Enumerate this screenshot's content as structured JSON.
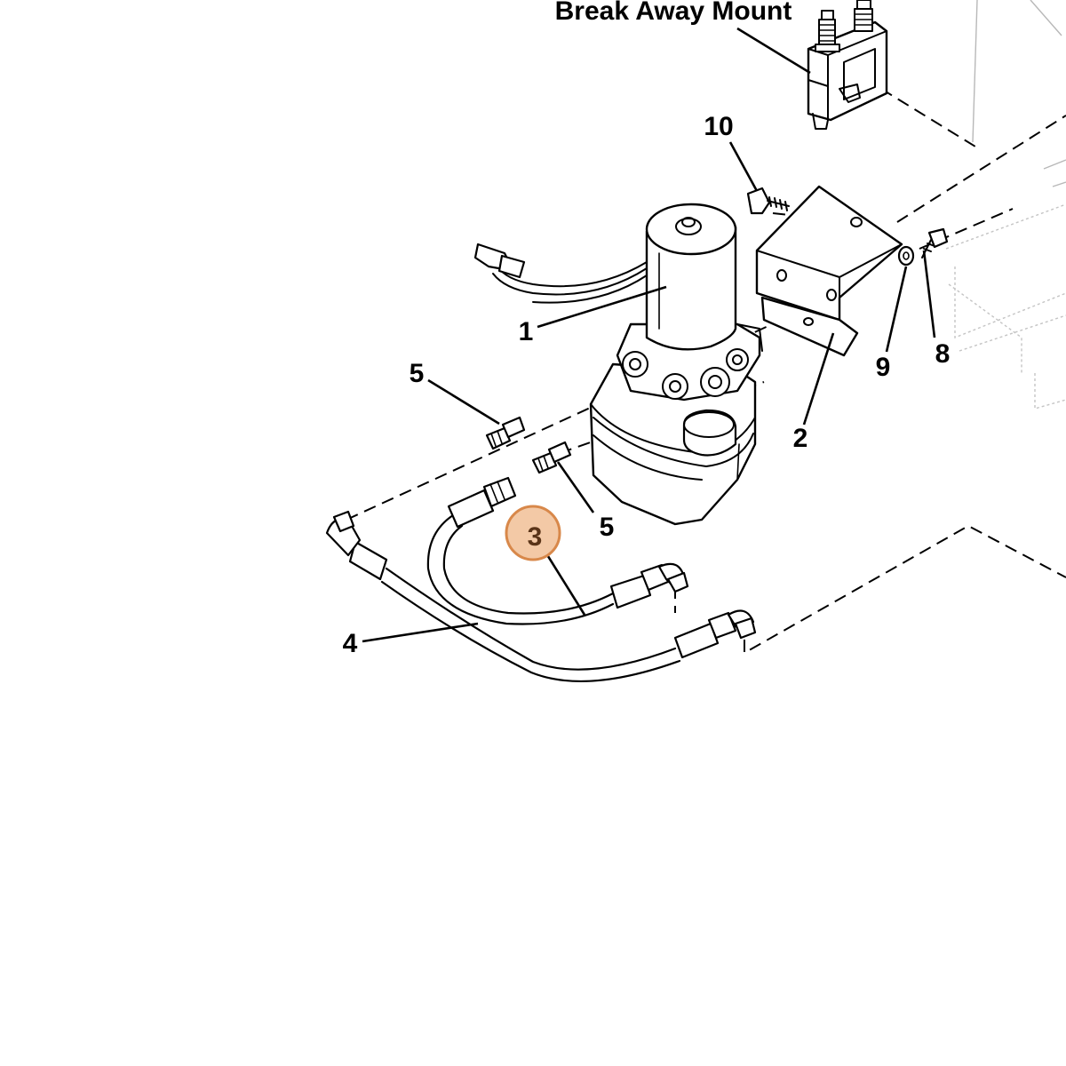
{
  "diagram": {
    "title": "Break Away Mount",
    "callouts": {
      "c1": "1",
      "c2": "2",
      "c3": "3",
      "c4": "4",
      "c5a": "5",
      "c5b": "5",
      "c8": "8",
      "c9": "9",
      "c10": "10"
    },
    "highlighted_callout": "3",
    "colors": {
      "highlight_fill": "#f3c9a6",
      "highlight_stroke": "#d8884a",
      "highlight_text": "#5a3418",
      "line": "#000000",
      "background": "#ffffff"
    }
  }
}
